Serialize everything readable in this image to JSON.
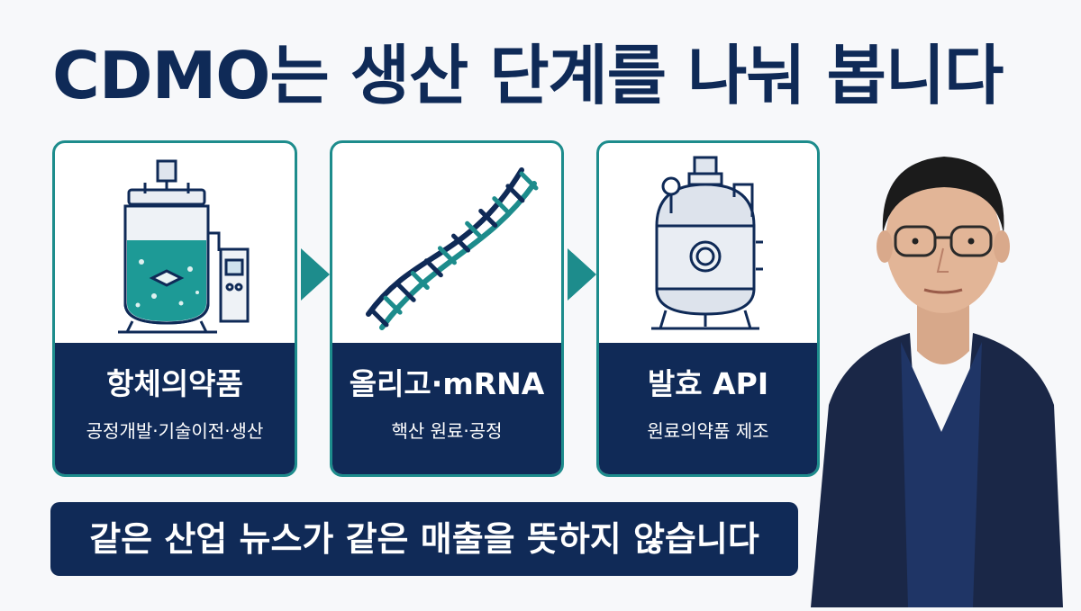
{
  "headline": "CDMO는 생산 단계를 나눠 봅니다",
  "cards": [
    {
      "title": "항체의약품",
      "subtitle": "공정개발·기술이전·생산",
      "icon": "bioreactor-icon"
    },
    {
      "title": "올리고·mRNA",
      "subtitle": "핵산 원료·공정",
      "icon": "nucleic-acid-helix-icon"
    },
    {
      "title": "발효 API",
      "subtitle": "원료의약품 제조",
      "icon": "fermentation-tank-icon"
    }
  ],
  "banner": "같은 산업 뉴스가 같은 매출을 뜻하지 않습니다",
  "colors": {
    "navy": "#102a57",
    "teal": "#1d8c8c",
    "background": "#f7f8fa"
  }
}
